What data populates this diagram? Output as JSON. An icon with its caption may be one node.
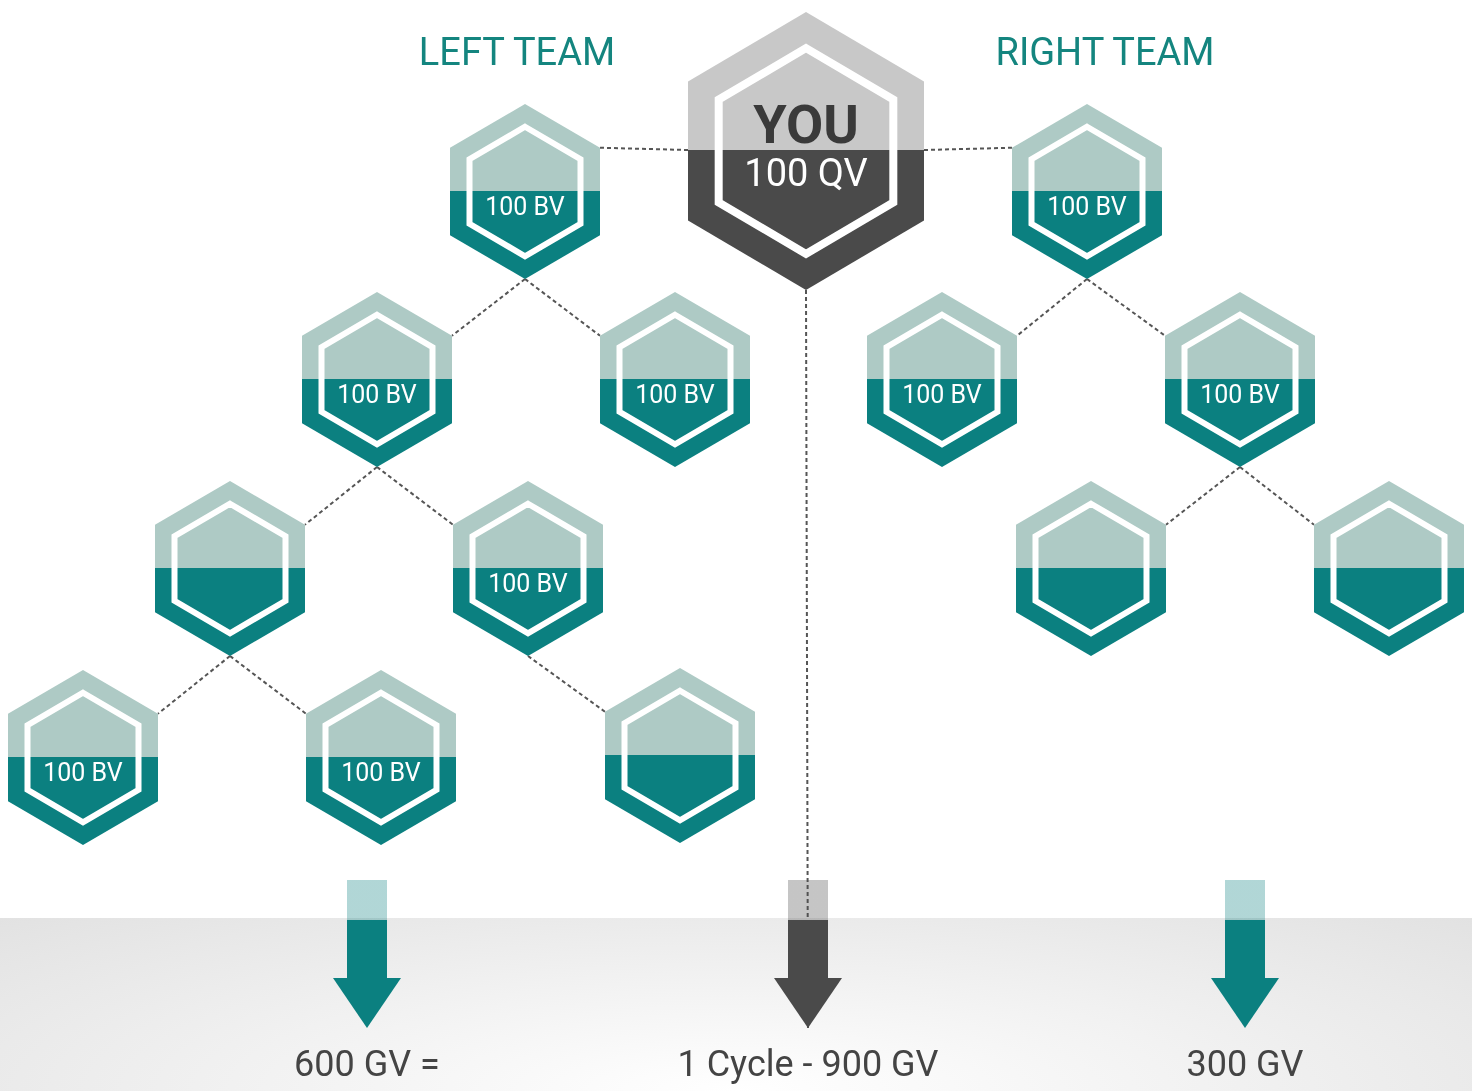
{
  "diagram": {
    "nodes": [
      {
        "text": [
          "YOU",
          "100 QV"
        ]
      },
      {
        "text": [
          "100 BV"
        ]
      },
      {
        "text": [
          "100 BV"
        ]
      },
      {
        "text": [
          "100 BV"
        ]
      },
      {
        "text": [],
        "shape": "hexagon"
      },
      {
        "text": [
          "100 BV"
        ]
      },
      {
        "text": [
          "100 BV"
        ]
      },
      {
        "text": [
          "100 BV"
        ]
      },
      {
        "text": [],
        "shape": "hexagon"
      },
      {
        "text": [
          "100 BV"
        ]
      },
      {
        "text": [
          "100 BV"
        ]
      },
      {
        "text": [
          "100 BV"
        ]
      },
      {
        "text": [],
        "shape": "hexagon"
      },
      {
        "text": [],
        "shape": "hexagon"
      },
      {
        "text": [
          "600 GV ="
        ]
      },
      {
        "text": [
          "1 Cycle - 900 GV"
        ]
      },
      {
        "text": [
          "300 GV"
        ]
      }
    ],
    "edges": [
      {
        "from": 0,
        "to": 1,
        "arrow": "none",
        "style": "dashed"
      },
      {
        "from": 0,
        "to": 9,
        "arrow": "none",
        "style": "dashed"
      },
      {
        "from": 1,
        "to": 2,
        "arrow": "none",
        "style": "dashed"
      },
      {
        "from": 1,
        "to": 3,
        "arrow": "none",
        "style": "dashed"
      },
      {
        "from": 2,
        "to": 4,
        "arrow": "none",
        "style": "dashed"
      },
      {
        "from": 2,
        "to": 5,
        "arrow": "none",
        "style": "dashed"
      },
      {
        "from": 4,
        "to": 6,
        "arrow": "none",
        "style": "dashed"
      },
      {
        "from": 4,
        "to": 7,
        "arrow": "none",
        "style": "dashed"
      },
      {
        "from": 5,
        "to": 8,
        "arrow": "none",
        "style": "dashed"
      },
      {
        "from": 9,
        "to": 10,
        "arrow": "none",
        "style": "dashed"
      },
      {
        "from": 9,
        "to": 11,
        "arrow": "none",
        "style": "dashed"
      },
      {
        "from": 11,
        "to": 12,
        "arrow": "none",
        "style": "dashed"
      },
      {
        "from": 11,
        "to": 13,
        "arrow": "none",
        "style": "dashed"
      },
      {
        "from": null,
        "to": 14,
        "arrow": "to",
        "style": "thick",
        "color": "#0b8080"
      },
      {
        "from": 0,
        "to": 15,
        "arrow": "none",
        "style": "dashed"
      },
      {
        "from": null,
        "to": 15,
        "arrow": "to",
        "style": "thick",
        "color": "#4a4a4a"
      },
      {
        "from": null,
        "to": 16,
        "arrow": "to",
        "style": "thick",
        "color": "#0b8080"
      }
    ],
    "labels": [
      "LEFT TEAM",
      "RIGHT TEAM"
    ]
  }
}
